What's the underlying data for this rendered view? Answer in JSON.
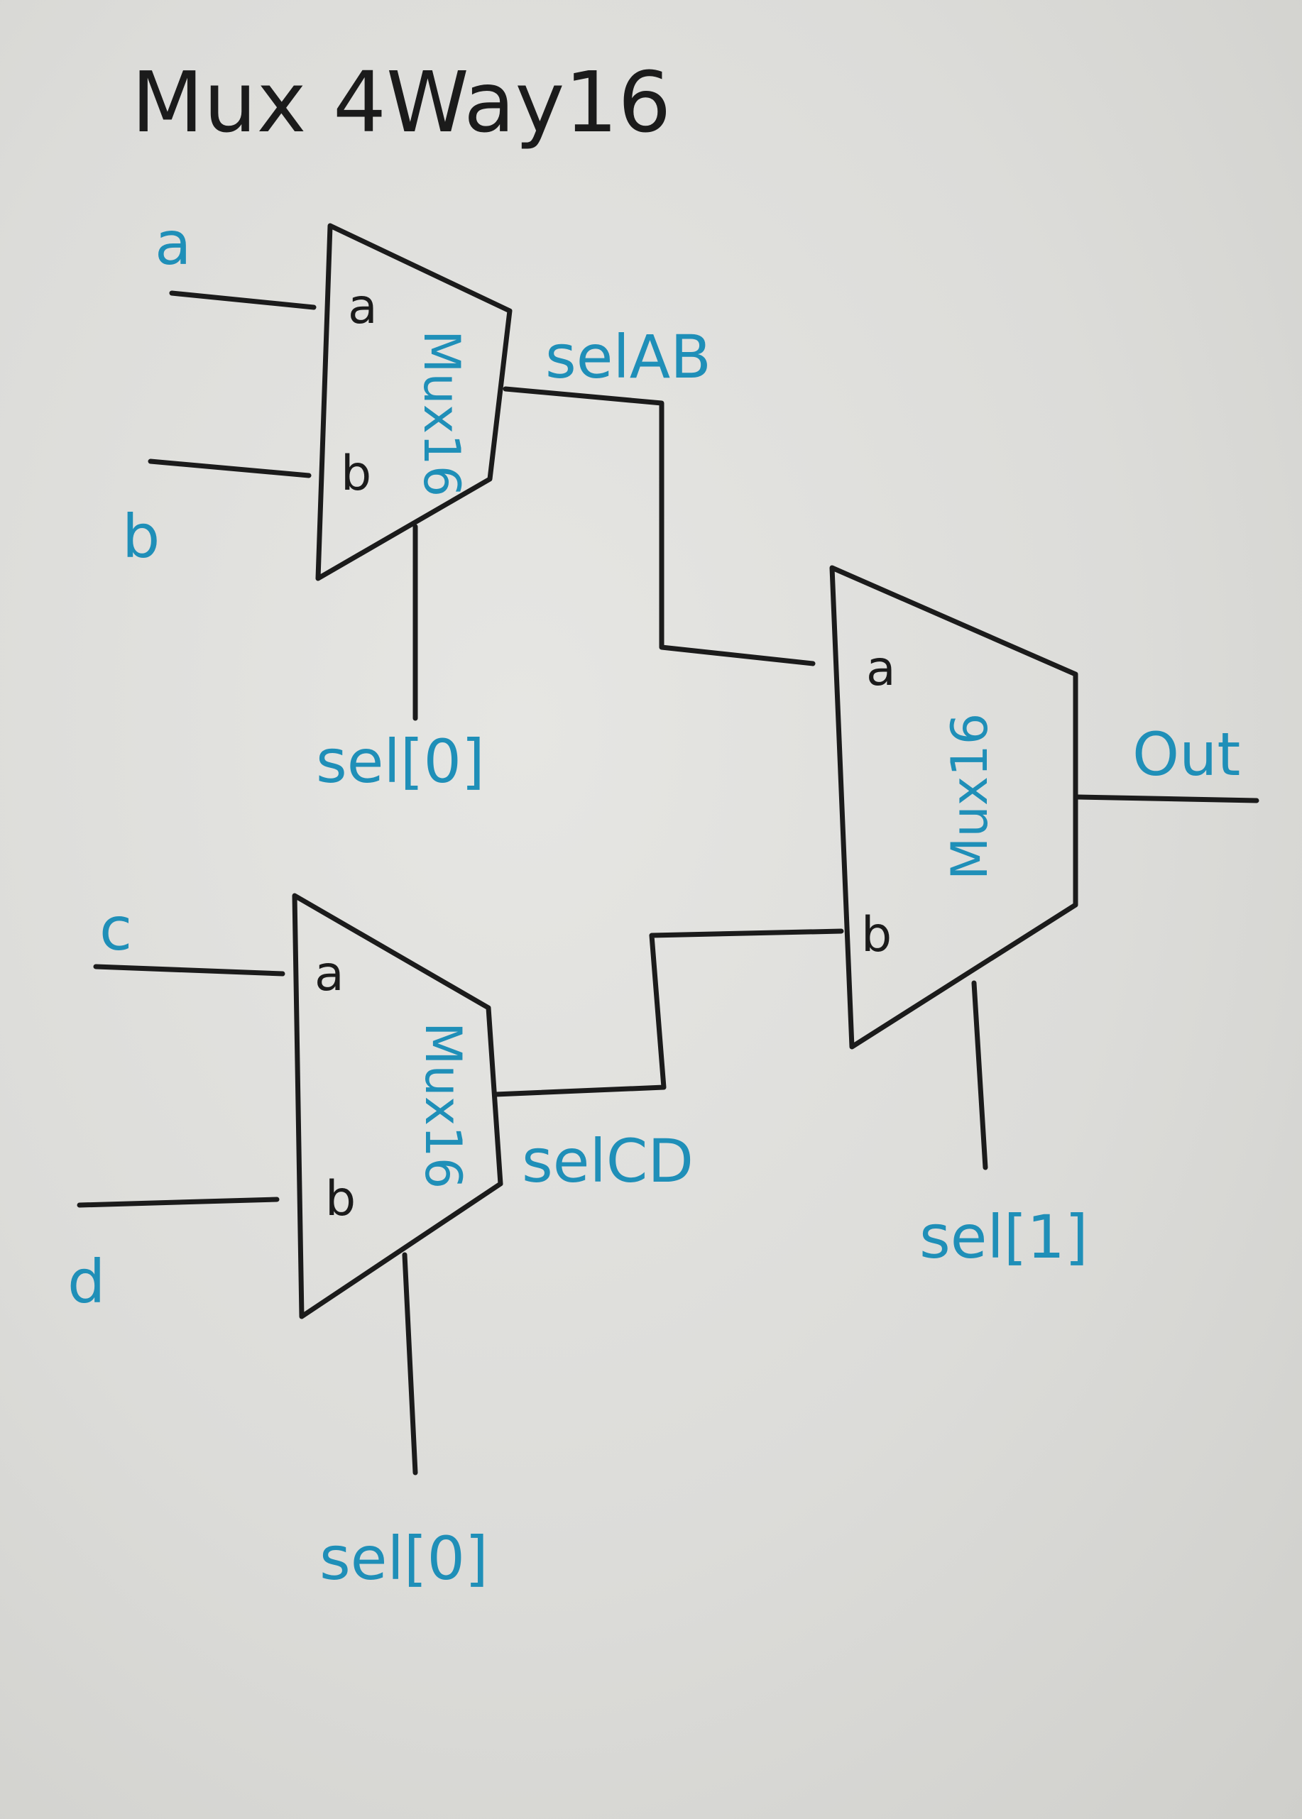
{
  "title": "Mux 4Way16",
  "signals": {
    "a": "a",
    "b": "b",
    "c": "c",
    "d": "d",
    "sel_ab": "selAB",
    "sel_cd": "selCD",
    "out": "Out",
    "sel0_top": "sel[0]",
    "sel0_bottom": "sel[0]",
    "sel1": "sel[1]"
  },
  "muxes": [
    {
      "label": "Mux16",
      "port_a": "a",
      "port_b": "b"
    },
    {
      "label": "Mux16",
      "port_a": "a",
      "port_b": "b"
    },
    {
      "label": "Mux16",
      "port_a": "a",
      "port_b": "b"
    }
  ],
  "colors": {
    "ink": "#1b1b1b",
    "blue_ink": "#1f8fb8",
    "paper": "#dcdcd9"
  }
}
